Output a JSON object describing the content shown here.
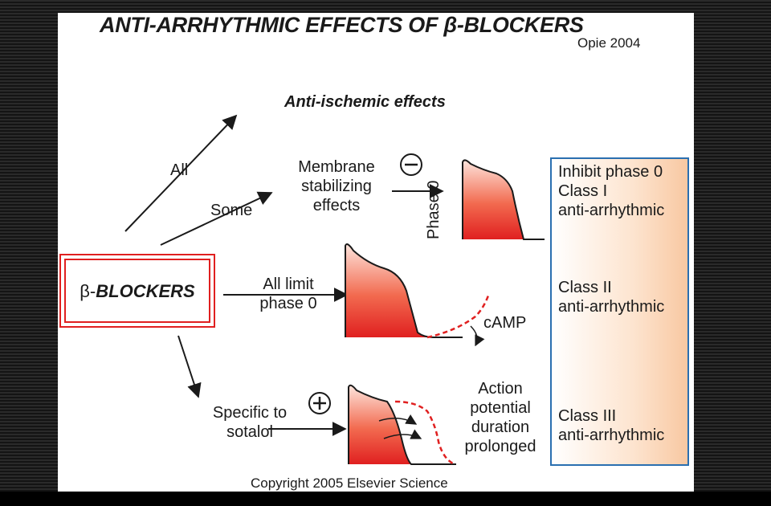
{
  "title": "ANTI-ARRHYTHMIC EFFECTS OF β-BLOCKERS",
  "subtitle": "Opie 2004",
  "anti_ischemic": "Anti-ischemic effects",
  "arrow_all": "All",
  "arrow_some": "Some",
  "membrane": {
    "line1": "Membrane",
    "line2": "stabilizing",
    "line3": "effects",
    "sign": "−"
  },
  "phase0_axis": "Phase 0",
  "beta_box": {
    "prefix": "β-",
    "label": "BLOCKERS"
  },
  "all_limit": {
    "line1": "All limit",
    "line2": "phase 0"
  },
  "camp": "cAMP",
  "sotalol": {
    "line1": "Specific to",
    "line2": "sotalol",
    "sign": "+"
  },
  "apd": {
    "line1": "Action",
    "line2": "potential",
    "line3": "duration",
    "line4": "prolonged"
  },
  "classes": {
    "c1_line1": "Inhibit phase 0",
    "c1_line2": "Class I",
    "c1_line3": "anti-arrhythmic",
    "c2_line1": "Class II",
    "c2_line2": "anti-arrhythmic",
    "c3_line1": "Class III",
    "c3_line2": "anti-arrhythmic"
  },
  "copyright": "Copyright 2005 Elsevier Science",
  "colors": {
    "red": "#e02020",
    "blue": "#2a6fb0",
    "peach": "#f8c8a2"
  }
}
